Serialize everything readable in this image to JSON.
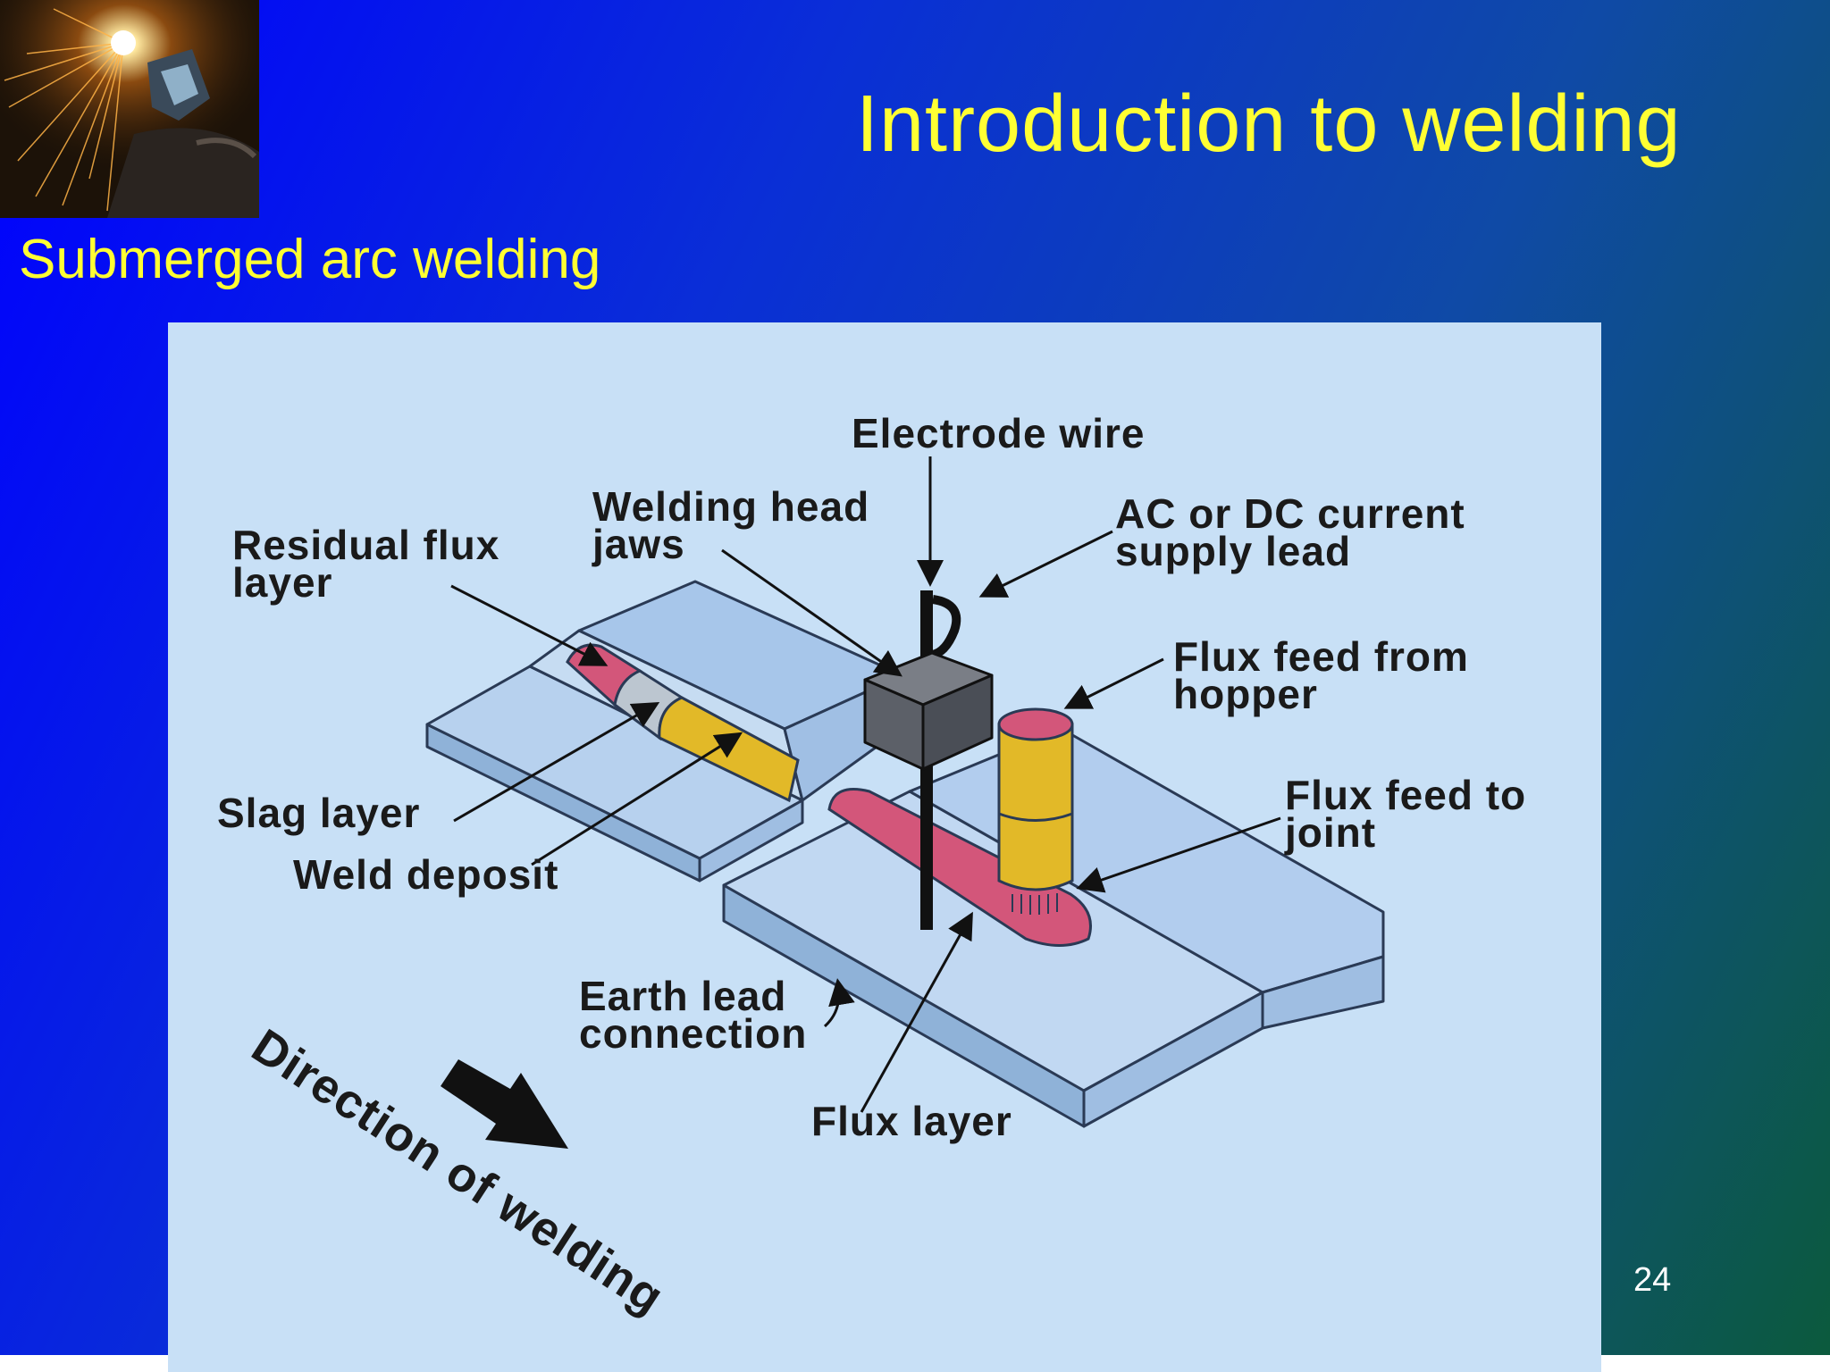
{
  "slide": {
    "title": "Introduction to welding",
    "subtitle": "Submerged arc welding",
    "page_number": "24"
  },
  "diagram": {
    "labels": {
      "electrode_wire": "Electrode wire",
      "welding_head_jaws_1": "Welding head",
      "welding_head_jaws_2": "jaws",
      "ac_dc_1": "AC or DC current",
      "ac_dc_2": "supply lead",
      "residual_flux_1": "Residual flux",
      "residual_flux_2": "layer",
      "flux_feed_hopper_1": "Flux feed from",
      "flux_feed_hopper_2": "hopper",
      "flux_feed_joint_1": "Flux feed to",
      "flux_feed_joint_2": "joint",
      "slag_layer": "Slag layer",
      "weld_deposit": "Weld deposit",
      "earth_lead_1": "Earth lead",
      "earth_lead_2": "connection",
      "flux_layer": "Flux layer",
      "direction": "Direction of welding"
    }
  }
}
